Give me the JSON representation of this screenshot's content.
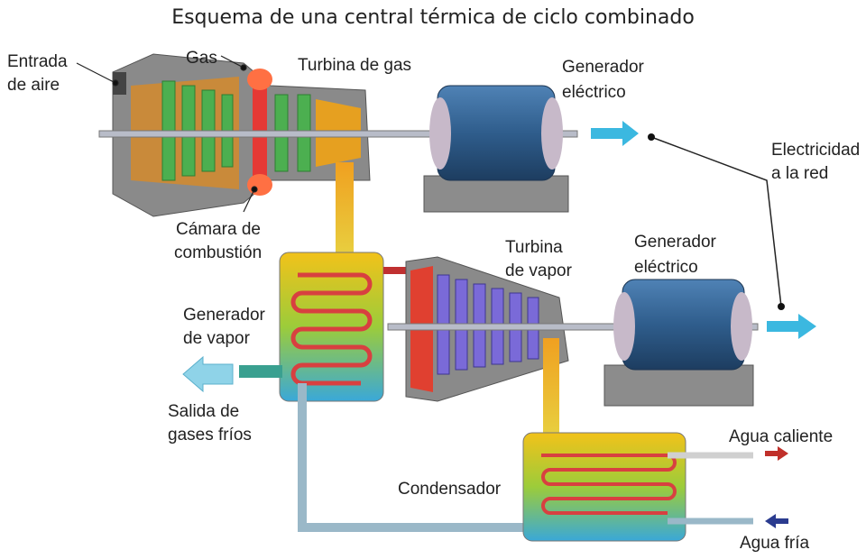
{
  "title": "Esquema de una central térmica de ciclo combinado",
  "labels": {
    "air_in_1": "Entrada",
    "air_in_2": "de aire",
    "gas": "Gas",
    "gas_turbine": "Turbina de gas",
    "gen1_1": "Generador",
    "gen1_2": "eléctrico",
    "elec_1": "Electricidad",
    "elec_2": "a la red",
    "combustion_1": "Cámara de",
    "combustion_2": "combustión",
    "steam_turbine_1": "Turbina",
    "steam_turbine_2": "de vapor",
    "gen2_1": "Generador",
    "gen2_2": "eléctrico",
    "steam_gen_1": "Generador",
    "steam_gen_2": "de vapor",
    "exhaust_1": "Salida de",
    "exhaust_2": "gases fríos",
    "hot_water": "Agua caliente",
    "condenser": "Condensador",
    "cold_water": "Agua fría"
  },
  "colors": {
    "arrow": "#3bb8e0",
    "generator": "#2f5d8c",
    "hot": "#c0302a",
    "cold": "#2a3b8f"
  }
}
